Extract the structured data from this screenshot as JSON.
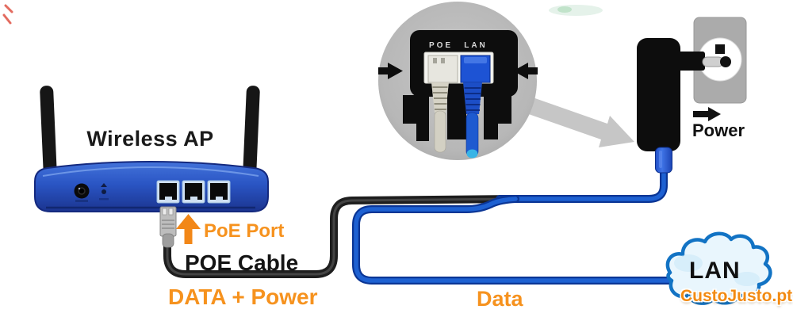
{
  "labels": {
    "wireless_ap": "Wireless AP",
    "poe_port": "PoE Port",
    "poe_cable": "POE Cable",
    "data_power": "DATA + Power",
    "data": "Data",
    "power": "Power",
    "lan": "LAN"
  },
  "inset": {
    "poe_port_label": "POE",
    "lan_port_label": "LAN"
  },
  "watermark": "CustoJusto.pt",
  "icons": {
    "poe_port_arrow": "up-arrow-icon",
    "power_arrow": "right-arrow-icon",
    "inset_left_arrow": "right-arrow-icon",
    "inset_right_arrow": "left-arrow-icon",
    "magnifier_callout": "magnifier-arrow-icon"
  },
  "colors": {
    "label_orange": "#f6921e",
    "label_black": "#111111",
    "ap_body_blue": "#2a58cc",
    "cable_blue": "#1e61d2",
    "cable_black": "#1e1e1e",
    "cloud_border_blue": "#1273c4",
    "cloud_fill": "#e9f6fd",
    "inset_circle_gray": "#b7b7b7",
    "watermark_orange": "#f28a12"
  }
}
